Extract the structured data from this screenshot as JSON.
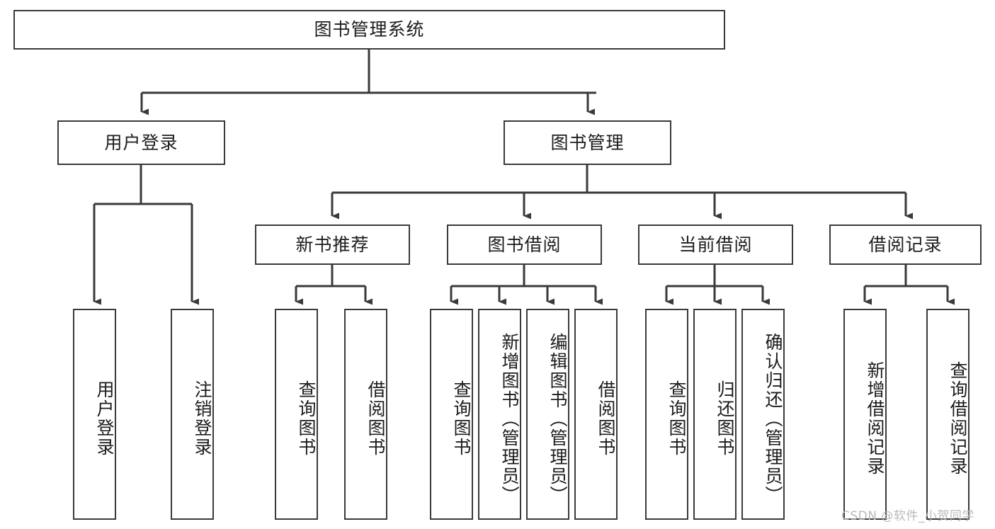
{
  "diagram": {
    "title_node": {
      "label": "图书管理系统"
    },
    "level2": [
      {
        "label": "用户登录"
      },
      {
        "label": "图书管理"
      }
    ],
    "level3": [
      {
        "label": "新书推荐"
      },
      {
        "label": "图书借阅"
      },
      {
        "label": "当前借阅"
      },
      {
        "label": "借阅记录"
      }
    ],
    "leaves": {
      "user_login": [
        {
          "label": "用户登录"
        },
        {
          "label": "注销登录"
        }
      ],
      "new_book_recommend": [
        {
          "label": "查询图书"
        },
        {
          "label": "借阅图书"
        }
      ],
      "book_borrow": [
        {
          "label": "查询图书"
        },
        {
          "label": "新增图书（管理员）"
        },
        {
          "label": "编辑图书（管理员）"
        },
        {
          "label": "借阅图书"
        }
      ],
      "current_borrow": [
        {
          "label": "查询图书"
        },
        {
          "label": "归还图书"
        },
        {
          "label": "确认归还（管理员）"
        }
      ],
      "borrow_record": [
        {
          "label": "新增借阅记录"
        },
        {
          "label": "查询借阅记录"
        }
      ]
    }
  },
  "watermark": {
    "text": "CSDN @软件_小贺同学"
  },
  "colors": {
    "stroke": "#3a3a3a",
    "fill": "#ffffff",
    "text": "#1c1c1c",
    "watermark": "#b9b9b9"
  }
}
